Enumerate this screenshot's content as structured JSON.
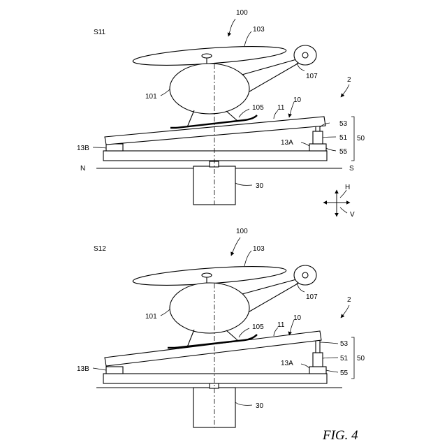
{
  "figure": {
    "label": "FIG. 4",
    "panels": [
      {
        "step": "S11",
        "refs": {
          "aircraft": "100",
          "rotor": "103",
          "tail": "107",
          "body": "101",
          "skid": "105",
          "top_plate": "11",
          "stage": "10",
          "system": "2",
          "actuator_top": "53",
          "actuator_mid": "51",
          "actuator_group": "50",
          "actuator_base": "55",
          "support_a": "13A",
          "support_b": "13B",
          "pillar": "30"
        },
        "north": "N",
        "south": "S",
        "axes": {
          "horizontal": "H",
          "vertical": "V"
        }
      },
      {
        "step": "S12",
        "refs": {
          "aircraft": "100",
          "rotor": "103",
          "tail": "107",
          "body": "101",
          "skid": "105",
          "top_plate": "11",
          "stage": "10",
          "system": "2",
          "actuator_top": "53",
          "actuator_mid": "51",
          "actuator_group": "50",
          "actuator_base": "55",
          "support_a": "13A",
          "support_b": "13B",
          "pillar": "30"
        }
      }
    ]
  }
}
